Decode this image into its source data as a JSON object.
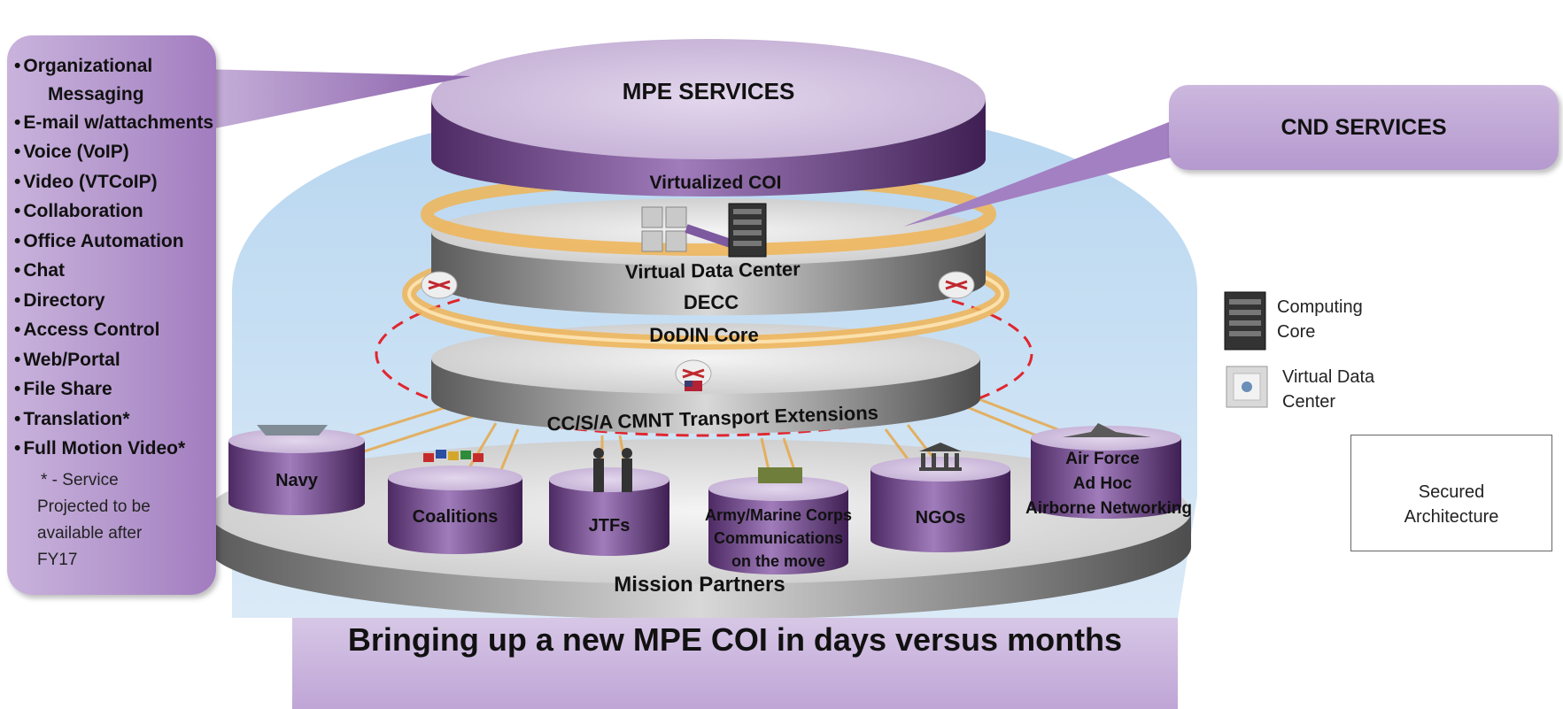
{
  "services": {
    "items": [
      "Organizational",
      "Messaging",
      "E-mail w/attachments",
      "Voice (VoIP)",
      "Video (VTCoIP)",
      "Collaboration",
      "Office Automation",
      "Chat",
      "Directory",
      "Access Control",
      "Web/Portal",
      "File Share",
      "Translation*",
      "Full Motion Video*"
    ],
    "note": [
      "* - Service",
      "Projected to be",
      "available after",
      "FY17"
    ]
  },
  "layers": {
    "top_disk": "MPE SERVICES",
    "top_band": "Virtualized COI",
    "middle_top": "Virtual Data Center",
    "middle_band": "DECC",
    "core_band": "DoDIN Core",
    "lower_band": "CC/S/A CMNT Transport Extensions",
    "base": "Mission Partners"
  },
  "partners": {
    "navy": "Navy",
    "coalitions": "Coalitions",
    "jtfs": "JTFs",
    "army": [
      "Army/Marine Corps",
      "Communications",
      "on the move"
    ],
    "ngos": "NGOs",
    "airforce": [
      "Air Force",
      "Ad Hoc",
      "Airborne Networking"
    ]
  },
  "cnd": {
    "label": "CND SERVICES"
  },
  "legend": {
    "computing": [
      "Computing",
      "Core"
    ],
    "vdc": [
      "Virtual Data",
      "Center"
    ],
    "secured": [
      "Secured",
      "Architecture"
    ]
  },
  "banner": "Bringing up a new MPE COI in days versus months",
  "colors": {
    "purple": "#a27cbf",
    "dome": "#bcd9f1",
    "ring": "#f0b455",
    "secured_dash": "#e0262e"
  }
}
